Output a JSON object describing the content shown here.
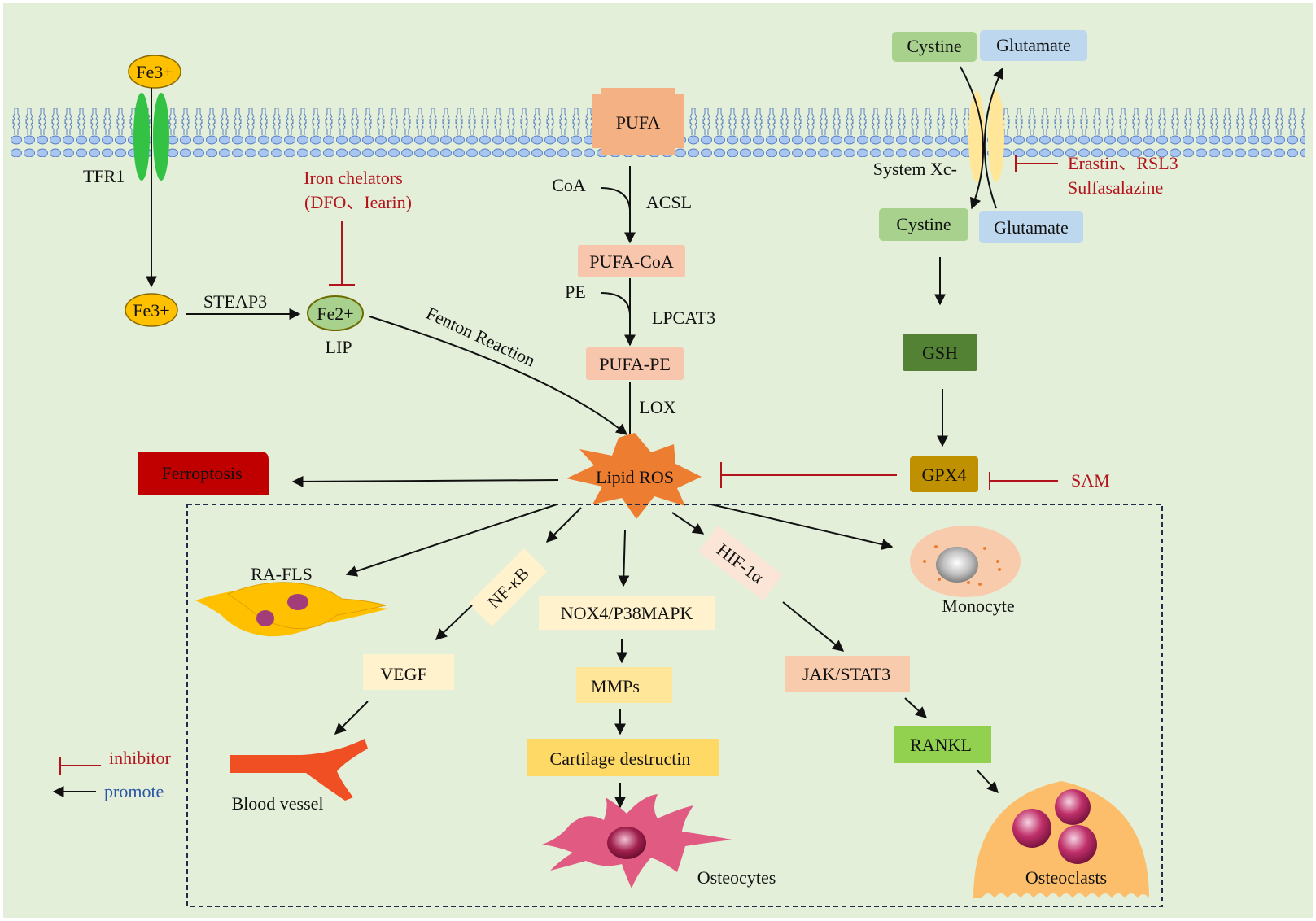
{
  "iron_pathway": {
    "fe3_outside": "Fe3+",
    "receptor": "TFR1",
    "fe3_inside": "Fe3+",
    "reductase": "STEAP3",
    "fe2": "Fe2+",
    "lip": "LIP",
    "chelators_line1": "Iron chelators",
    "chelators_line2": "(DFO、Iearin)",
    "fenton": "Fenton Reaction"
  },
  "lipid_pathway": {
    "pufa": "PUFA",
    "coa": "CoA",
    "acsl": "ACSL",
    "pufa_coa": "PUFA-CoA",
    "pe": "PE",
    "lpcat3": "LPCAT3",
    "pufa_pe": "PUFA-PE",
    "lox": "LOX",
    "lipid_ros": "Lipid ROS",
    "ferroptosis": "Ferroptosis"
  },
  "system_xc": {
    "cystine_out": "Cystine",
    "glutamate_out": "Glutamate",
    "label": "System Xc-",
    "inhibitors_line1": "Erastin、RSL3",
    "inhibitors_line2": "Sulfasalazine",
    "cystine_in": "Cystine",
    "glutamate_in": "Glutamate",
    "gsh": "GSH",
    "gpx4": "GPX4",
    "sam": "SAM"
  },
  "downstream": {
    "ra_fls": "RA-FLS",
    "nfkb": "NF-κB",
    "vegf": "VEGF",
    "blood_vessel": "Blood vessel",
    "nox4": "NOX4/P38MAPK",
    "mmps": "MMPs",
    "cartilage": "Cartilage destructin",
    "osteocytes": "Osteocytes",
    "hif": "HIF-1α",
    "jak": "JAK/STAT3",
    "rankl": "RANKL",
    "osteoclasts": "Osteoclasts",
    "monocyte": "Monocyte"
  },
  "legend": {
    "inhibitor": "inhibitor",
    "promote": "promote"
  },
  "colors": {
    "background": "#e3efd9",
    "inhibit": "#b3141c",
    "promote": "#111111",
    "lipid_box": "#f7c6ad",
    "yellow_box": "#fff2cc",
    "ferroptosis": "#c00000"
  }
}
